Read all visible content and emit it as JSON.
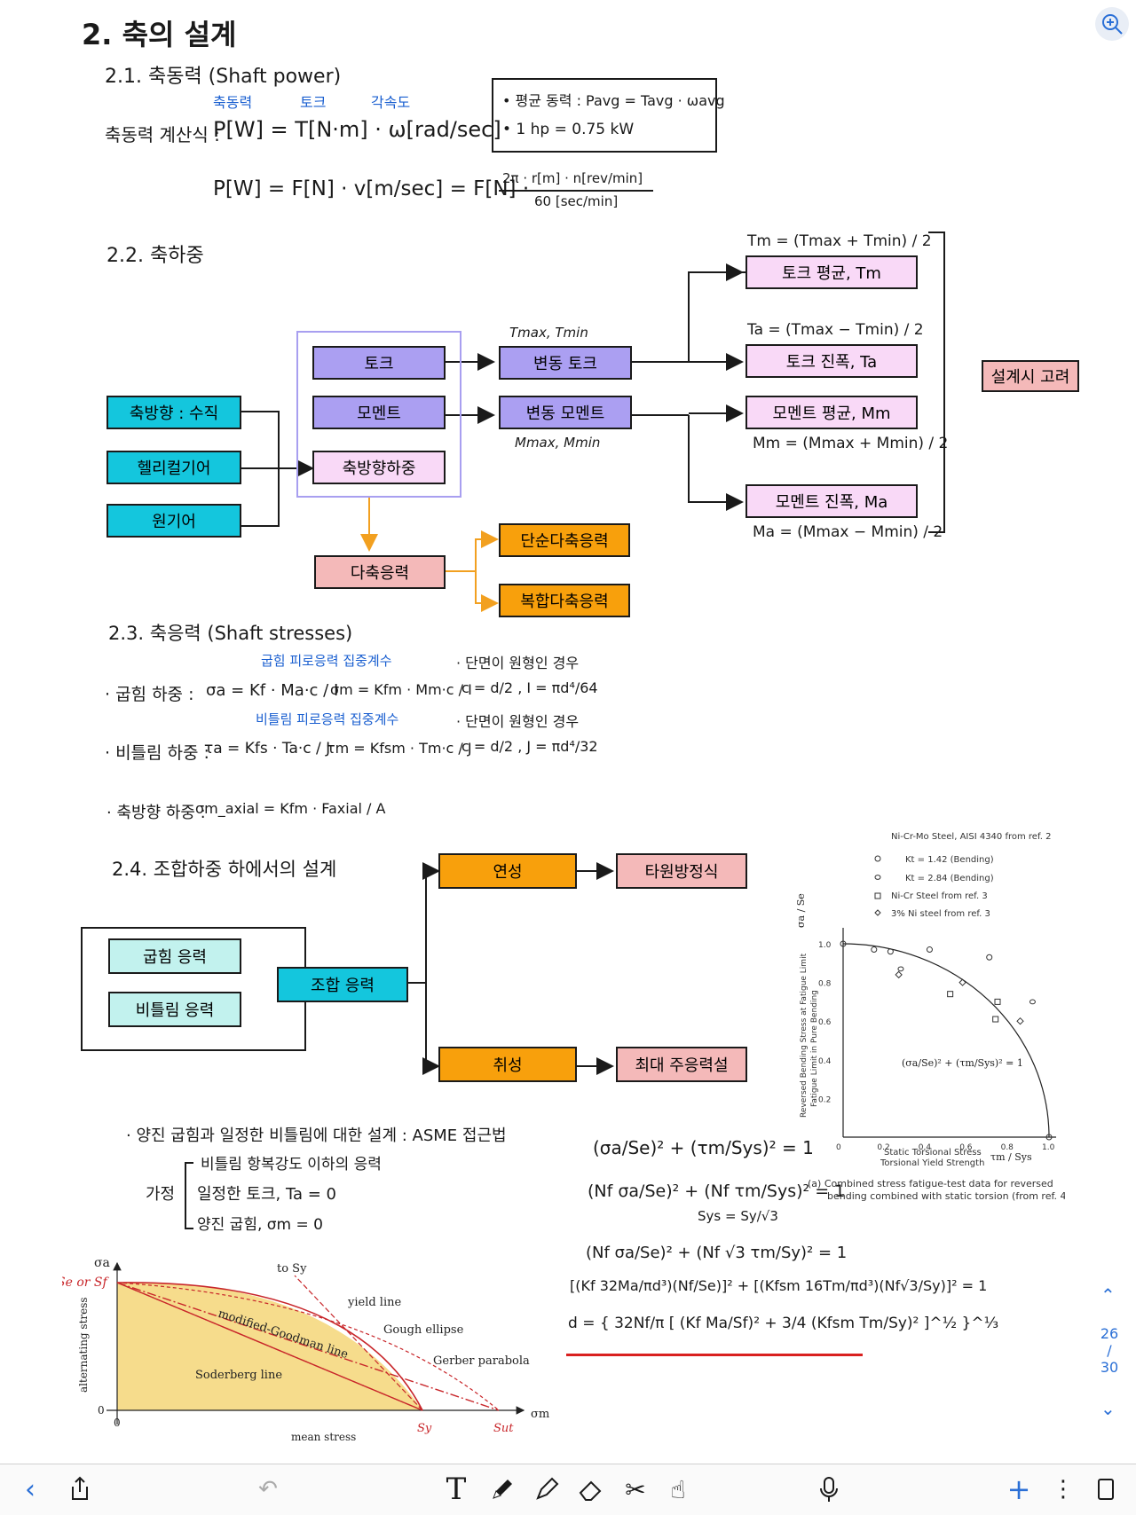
{
  "title": "2. 축의 설계",
  "s21": {
    "heading": "2.1. 축동력 (Shaft power)",
    "label_power": "축동력",
    "label_torque": "토크",
    "label_angvel": "각속도",
    "calc_label": "축동력 계산식 :",
    "formula1": "P[W] = T[N·m] · ω[rad/sec]",
    "box_line1": "• 평균 동력 : Pavg = Tavg · ωavg",
    "box_line2": "• 1 hp = 0.75 kW",
    "formula2_lhs": "P[W] = F[N] · v[m/sec] = F[N] ·",
    "formula2_num": "2π · r[m] · n[rev/min]",
    "formula2_den": "60 [sec/min]"
  },
  "s22": {
    "heading": "2.2. 축하중",
    "torque": "토크",
    "moment": "모멘트",
    "axial_load": "축방향하중",
    "axial_vertical": "축방향 : 수직",
    "helical_gear": "헬리컬기어",
    "weight": "원기어",
    "var_torque": "변동 토크",
    "var_moment": "변동 모멘트",
    "tmax_tmin": "Tmax, Tmin",
    "mmax_mmin": "Mmax, Mmin",
    "tm_formula": "Tm = (Tmax + Tmin) / 2",
    "torque_mean": "토크 평균, Tm",
    "ta_formula": "Ta = (Tmax − Tmin) / 2",
    "torque_amp": "토크 진폭, Ta",
    "moment_mean": "모멘트 평균, Mm",
    "mm_formula": "Mm = (Mmax + Mmin) / 2",
    "moment_amp": "모멘트 진폭, Ma",
    "ma_formula": "Ma = (Mmax − Mmin) / 2",
    "design_consider": "설계시 고려",
    "multiaxial": "다축응력",
    "simple_multi": "단순다축응력",
    "complex_multi": "복합다축응력"
  },
  "s23": {
    "heading": "2.3. 축응력 (Shaft stresses)",
    "bend_note": "굽힘 피로응력 집중계수",
    "bend_label": "· 굽힘 하중 :",
    "bend_sa": "σa = Kf · Ma·c / I",
    "bend_sm": "σm = Kfm · Mm·c / I",
    "tors_note": "비틀림 피로응력 집중계수",
    "tors_label": "· 비틀림 하중 :",
    "tors_ta": "τa = Kfs · Ta·c / J",
    "tors_tm": "τm = Kfsm · Tm·c / J",
    "circ1": "· 단면이 원형인 경우",
    "circ1_f": "c = d/2 , I = πd⁴/64",
    "circ2": "· 단면이 원형인 경우",
    "circ2_f": "c = d/2 , J = πd⁴/32",
    "axial_label": "· 축방향 하중 :",
    "axial_f": "σm_axial = Kfm · Faxial / A"
  },
  "s24": {
    "heading": "2.4. 조합하중 하에서의 설계",
    "bending_stress": "굽힘 응력",
    "torsion_stress": "비틀림 응력",
    "combined_stress": "조합 응력",
    "ductile": "연성",
    "brittle": "취성",
    "ellipse_eq": "타원방정식",
    "max_principal": "최대 주응력설",
    "asme_title": "· 양진 굽힘과 일정한 비틀림에 대한 설계 : ASME 접근법",
    "assume_label": "가정",
    "assume1": "비틀림 항복강도 이하의 응력",
    "assume2": "일정한 토크, Ta = 0",
    "assume3": "양진 굽힘, σm = 0",
    "eq1": "(σa/Se)² + (τm/Sys)² = 1",
    "eq2": "(Nf σa/Se)² + (Nf τm/Sys)² = 1",
    "eq2_note": "Sys = Sy/√3",
    "eq3": "(Nf σa/Se)² + (Nf √3 τm/Sy)² = 1",
    "eq4": "[(Kf 32Ma/πd³)(Nf/Se)]² + [(Kfsm 16Tm/πd³)(Nf√3/Sy)]² = 1",
    "eq5": "d = { 32Nf/π [ (Kf Ma/Sf)² + 3/4 (Kfsm Tm/Sy)² ]^½ }^⅓"
  },
  "chart_a": {
    "legend_head": "Ni-Cr-Mo Steel, AISI 4340  from ref. 2",
    "legend1": "Kt = 1.42 (Bending)",
    "legend2": "Kt = 2.84 (Bending)",
    "legend3": "Ni-Cr Steel  from ref. 3",
    "legend4": "3% Ni steel  from ref. 3",
    "ylabel1": "Reversed Bending Stress at Fatigue Limit",
    "ylabel2": "Fatigue Limit in Pure Bending",
    "xlabel1": "Static Torsional Stress",
    "xlabel2": "Torsional Yield Strength",
    "yaxis_sym": "σa / Se",
    "xaxis_sym": "τm / Sys",
    "eq_label": "(σa/Se)² + (τm/Sys)² = 1",
    "caption1": "(a)  Combined stress fatigue-test data for reversed",
    "caption2": "bending combined with static torsion (from ref. 4)",
    "xticks": [
      "0",
      "0.2",
      "0.4",
      "0.6",
      "0.8",
      "1.0"
    ],
    "yticks": [
      "0.2",
      "0.4",
      "0.6",
      "0.8",
      "1.0"
    ]
  },
  "chart_b": {
    "sigma_a": "σa",
    "se_sf": "Se or Sf",
    "to_sy": "to Sy",
    "yield_line": "yield line",
    "gough": "Gough ellipse",
    "gerber": "Gerber parabola",
    "goodman": "modified-Goodman line",
    "soderberg": "Soderberg line",
    "ylabel": "alternating stress",
    "xlabel": "mean stress",
    "sigma_m": "σm",
    "sy": "Sy",
    "sut": "Sut",
    "zero_x": "0",
    "zero_y": "0"
  },
  "page": {
    "current": "26",
    "total": "30"
  },
  "colors": {
    "accent_blue": "#1a5fd0",
    "purple": "#ab9ff2",
    "cyan": "#14c6dd",
    "pink": "#f9d9f7",
    "rose": "#f4b9b9",
    "orange": "#f8a00c",
    "mint": "#c2f2ee",
    "red_line": "#d9201f"
  }
}
